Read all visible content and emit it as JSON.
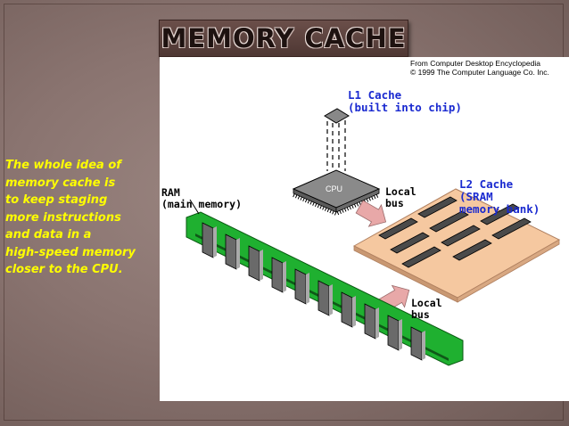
{
  "title": "MEMORY CACHE",
  "side_text": [
    "The whole idea of",
    "memory cache is",
    "to keep staging",
    "more instructions",
    "and data in a",
    "high-speed memory",
    "closer to the CPU."
  ],
  "credit": {
    "line1": "From Computer Desktop Encyclopedia",
    "line2": "© 1999 The Computer Language Co. Inc."
  },
  "labels": {
    "l1_cache": [
      "L1 Cache",
      "(built into chip)"
    ],
    "l2_cache": [
      "L2 Cache",
      "(SRAM",
      "memory bank)"
    ],
    "ram": [
      "RAM",
      "(main memory)"
    ],
    "local_bus_top": [
      "Local",
      "bus"
    ],
    "local_bus_bottom": [
      "Local",
      "bus"
    ],
    "cpu": "CPU"
  },
  "colors": {
    "label_blue": "#1a2ad0",
    "side_text": "#ffff00",
    "board_green": "#1fb030",
    "sram_board": "#f5c8a0",
    "arrow": "#e8a8a8"
  }
}
